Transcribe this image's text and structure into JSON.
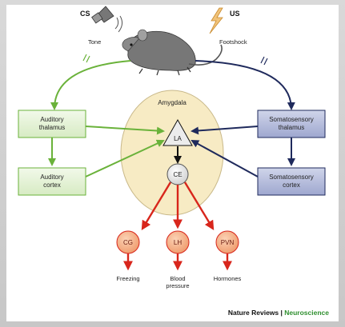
{
  "header": {
    "cs_label": "CS",
    "us_label": "US"
  },
  "stimuli": {
    "tone": "Tone",
    "footshock": "Footshock"
  },
  "boxes": {
    "auditory_thalamus": [
      "Auditory",
      "thalamus"
    ],
    "auditory_cortex": [
      "Auditory",
      "cortex"
    ],
    "somatosensory_thalamus": [
      "Somatosensory",
      "thalamus"
    ],
    "somatosensory_cortex": [
      "Somatosensory",
      "cortex"
    ]
  },
  "amygdala": {
    "title": "Amygdala",
    "la": "LA",
    "ce": "CE"
  },
  "outputs": [
    {
      "node": "CG",
      "label": [
        "Freezing"
      ]
    },
    {
      "node": "LH",
      "label": [
        "Blood",
        "pressure"
      ]
    },
    {
      "node": "PVN",
      "label": [
        "Hormones"
      ]
    }
  ],
  "footer": {
    "journal": "Nature Reviews",
    "separator": " | ",
    "section": "Neuroscience"
  },
  "icons": {
    "speaker": "speaker-icon",
    "lightning": "lightning-bolt-icon",
    "rat": "rat-icon"
  },
  "colors": {
    "auditory_path": "#6ab23a",
    "somato_path": "#1f2a5c",
    "output_path": "#d8261c",
    "amygdala_fill": "#f7ebc4",
    "auditory_box": "#e6f2d6",
    "somato_box": "#b8bfdc",
    "node_fill": "#f5b48c"
  }
}
